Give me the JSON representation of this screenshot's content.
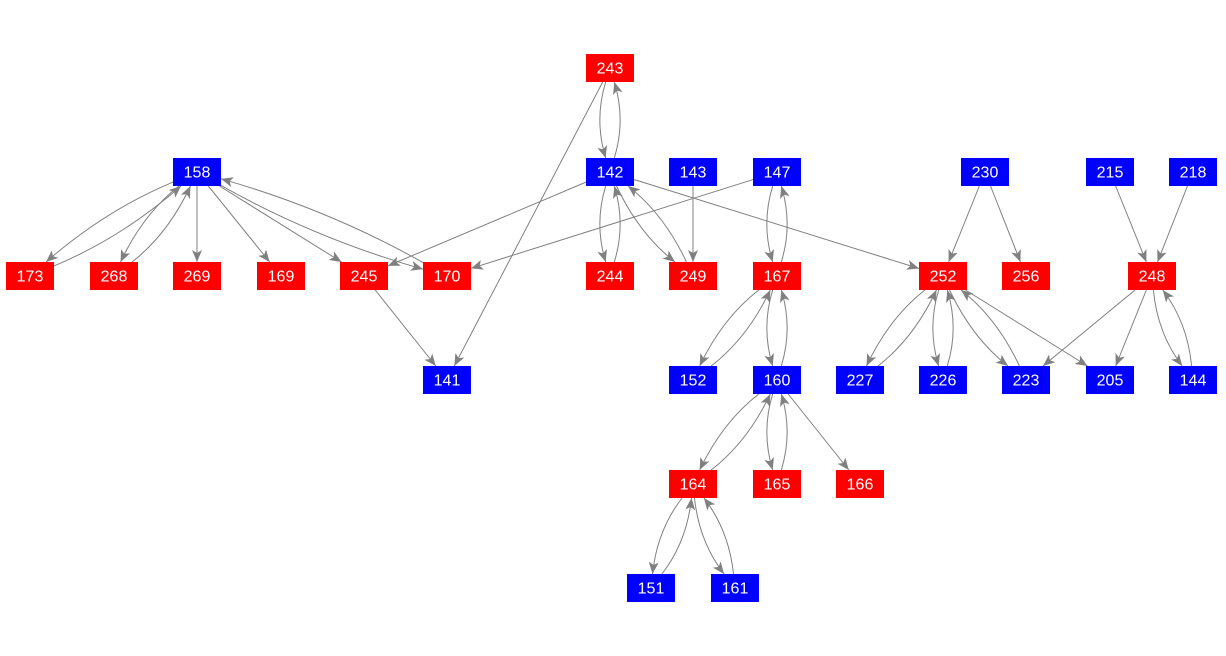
{
  "colors": {
    "red": "#ff0000",
    "blue": "#0000ff",
    "edge": "#808080",
    "label": "#ffffff"
  },
  "nodes": [
    {
      "id": "243",
      "color": "red"
    },
    {
      "id": "158",
      "color": "blue"
    },
    {
      "id": "142",
      "color": "blue"
    },
    {
      "id": "143",
      "color": "blue"
    },
    {
      "id": "147",
      "color": "blue"
    },
    {
      "id": "230",
      "color": "blue"
    },
    {
      "id": "215",
      "color": "blue"
    },
    {
      "id": "218",
      "color": "blue"
    },
    {
      "id": "173",
      "color": "red"
    },
    {
      "id": "268",
      "color": "red"
    },
    {
      "id": "269",
      "color": "red"
    },
    {
      "id": "169",
      "color": "red"
    },
    {
      "id": "245",
      "color": "red"
    },
    {
      "id": "170",
      "color": "red"
    },
    {
      "id": "244",
      "color": "red"
    },
    {
      "id": "249",
      "color": "red"
    },
    {
      "id": "167",
      "color": "red"
    },
    {
      "id": "252",
      "color": "red"
    },
    {
      "id": "256",
      "color": "red"
    },
    {
      "id": "248",
      "color": "red"
    },
    {
      "id": "141",
      "color": "blue"
    },
    {
      "id": "152",
      "color": "blue"
    },
    {
      "id": "160",
      "color": "blue"
    },
    {
      "id": "227",
      "color": "blue"
    },
    {
      "id": "226",
      "color": "blue"
    },
    {
      "id": "223",
      "color": "blue"
    },
    {
      "id": "205",
      "color": "blue"
    },
    {
      "id": "144",
      "color": "blue"
    },
    {
      "id": "164",
      "color": "red"
    },
    {
      "id": "165",
      "color": "red"
    },
    {
      "id": "166",
      "color": "red"
    },
    {
      "id": "151",
      "color": "blue"
    },
    {
      "id": "161",
      "color": "blue"
    }
  ],
  "edges": [
    [
      "158",
      "173"
    ],
    [
      "173",
      "158"
    ],
    [
      "158",
      "268"
    ],
    [
      "268",
      "158"
    ],
    [
      "158",
      "269"
    ],
    [
      "158",
      "169"
    ],
    [
      "158",
      "245"
    ],
    [
      "158",
      "170"
    ],
    [
      "170",
      "158"
    ],
    [
      "243",
      "142"
    ],
    [
      "142",
      "243"
    ],
    [
      "243",
      "141"
    ],
    [
      "142",
      "245"
    ],
    [
      "142",
      "244"
    ],
    [
      "244",
      "142"
    ],
    [
      "142",
      "249"
    ],
    [
      "249",
      "142"
    ],
    [
      "142",
      "252"
    ],
    [
      "143",
      "249"
    ],
    [
      "147",
      "170"
    ],
    [
      "147",
      "167"
    ],
    [
      "167",
      "147"
    ],
    [
      "245",
      "141"
    ],
    [
      "167",
      "152"
    ],
    [
      "152",
      "167"
    ],
    [
      "167",
      "160"
    ],
    [
      "160",
      "167"
    ],
    [
      "160",
      "164"
    ],
    [
      "164",
      "160"
    ],
    [
      "160",
      "165"
    ],
    [
      "165",
      "160"
    ],
    [
      "160",
      "166"
    ],
    [
      "164",
      "151"
    ],
    [
      "151",
      "164"
    ],
    [
      "164",
      "161"
    ],
    [
      "161",
      "164"
    ],
    [
      "230",
      "252"
    ],
    [
      "230",
      "256"
    ],
    [
      "252",
      "227"
    ],
    [
      "227",
      "252"
    ],
    [
      "252",
      "226"
    ],
    [
      "226",
      "252"
    ],
    [
      "252",
      "223"
    ],
    [
      "223",
      "252"
    ],
    [
      "252",
      "205"
    ],
    [
      "215",
      "248"
    ],
    [
      "218",
      "248"
    ],
    [
      "248",
      "223"
    ],
    [
      "248",
      "205"
    ],
    [
      "248",
      "144"
    ],
    [
      "144",
      "248"
    ]
  ]
}
